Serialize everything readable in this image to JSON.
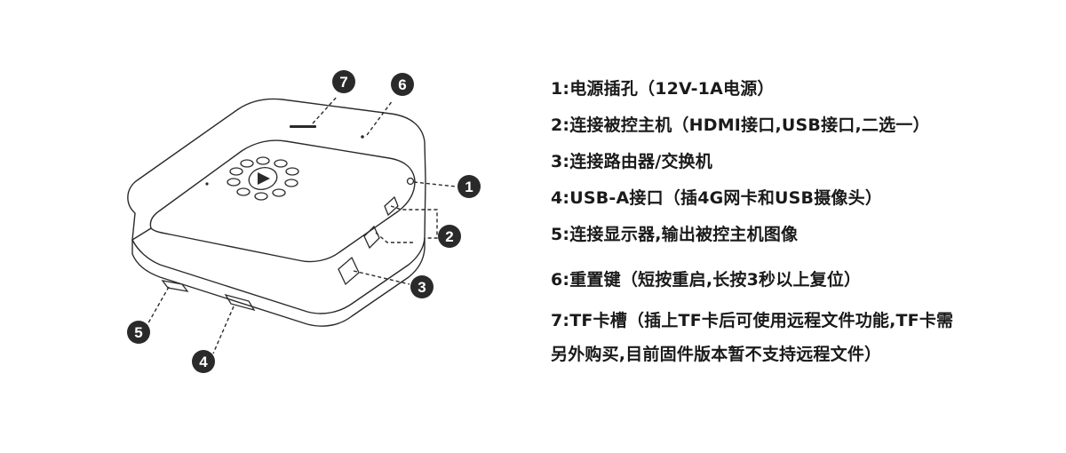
{
  "callouts": [
    "1",
    "2",
    "3",
    "4",
    "5",
    "6",
    "7"
  ],
  "legend": [
    {
      "id": 1,
      "text": "1:电源插孔（12V-1A电源）"
    },
    {
      "id": 2,
      "text": "2:连接被控主机（HDMI接口,USB接口,二选一）"
    },
    {
      "id": 3,
      "text": "3:连接路由器/交换机"
    },
    {
      "id": 4,
      "text": "4:USB-A接口（插4G网卡和USB摄像头）"
    },
    {
      "id": 5,
      "text": "5:连接显示器,输出被控主机图像"
    },
    {
      "id": 6,
      "text": "6:重置键（短按重启,长按3秒以上复位）"
    },
    {
      "id": 7,
      "text": "7:TF卡槽（插上TF卡后可使用远程文件功能,TF卡需",
      "continuation": "另外购买,目前固件版本暂不支持远程文件）"
    }
  ]
}
